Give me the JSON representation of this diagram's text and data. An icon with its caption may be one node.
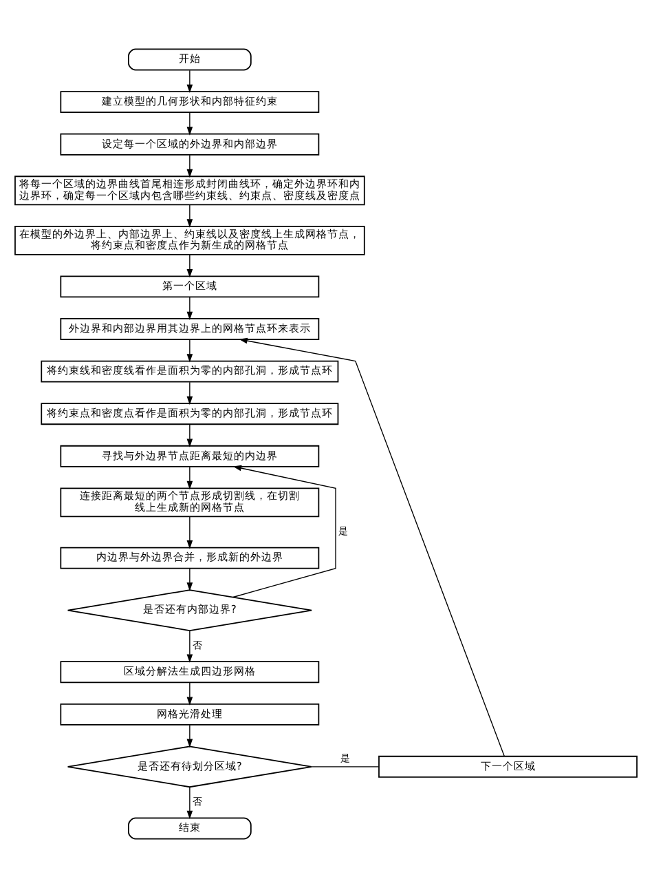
{
  "diagram": {
    "nodes": [
      {
        "text": [
          "开始"
        ]
      },
      {
        "text": [
          "建立模型的几何形状和内部特征约束"
        ]
      },
      {
        "text": [
          "设定每一个区域的外边界和内部边界"
        ]
      },
      {
        "text": [
          "将每一个区域的边界曲线首尾相连形成封闭曲线环，确定外边界环和内边界环，确定每一个区域内包含哪些约束线、约束点、密度线及密度点"
        ]
      },
      {
        "text": [
          "在模型的外边界上、内部边界上、约束线以及密度线上生成网格节点，将约束点和密度点作为新生成的网格节点"
        ]
      },
      {
        "text": [
          "第一个区域"
        ]
      },
      {
        "text": [
          "外边界和内部边界用其边界上的网格节点环来表示"
        ]
      },
      {
        "text": [
          "将约束线和密度线看作是面积为零的内部孔洞，形成节点环"
        ]
      },
      {
        "text": [
          "将约束点和密度点看作是面积为零的内部孔洞，形成节点环"
        ]
      },
      {
        "text": [
          "寻找与外边界节点距离最短的内边界"
        ]
      },
      {
        "text": [
          "连接距离最短的两个节点形成切割线，在切割线上生成新的网格节点"
        ]
      },
      {
        "text": [
          "内边界与外边界合并，形成新的外边界"
        ]
      },
      {
        "text": [
          "是否还有内部边界?"
        ]
      },
      {
        "text": [
          "区域分解法生成四边形网格"
        ]
      },
      {
        "text": [
          "网格光滑处理"
        ]
      },
      {
        "text": [
          "是否还有待划分区域?"
        ]
      },
      {
        "text": [
          "下一个区域"
        ]
      },
      {
        "text": [
          "结束"
        ]
      }
    ],
    "edges": [
      {
        "from": 0,
        "to": 1,
        "arrow": "to"
      },
      {
        "from": 1,
        "to": 2,
        "arrow": "to"
      },
      {
        "from": 2,
        "to": 3,
        "arrow": "to"
      },
      {
        "from": 3,
        "to": 4,
        "arrow": "to"
      },
      {
        "from": 4,
        "to": 5,
        "arrow": "to"
      },
      {
        "from": 5,
        "to": 6,
        "arrow": "to"
      },
      {
        "from": 6,
        "to": 7,
        "arrow": "to"
      },
      {
        "from": 7,
        "to": 8,
        "arrow": "to"
      },
      {
        "from": 8,
        "to": 9,
        "arrow": "to"
      },
      {
        "from": 9,
        "to": 10,
        "arrow": "to"
      },
      {
        "from": 10,
        "to": 11,
        "arrow": "to"
      },
      {
        "from": 11,
        "to": 12,
        "arrow": "to"
      },
      {
        "from": 12,
        "to": 9,
        "arrow": "to",
        "label": "是"
      },
      {
        "from": 12,
        "to": 13,
        "arrow": "to",
        "label": "否"
      },
      {
        "from": 13,
        "to": 14,
        "arrow": "to"
      },
      {
        "from": 14,
        "to": 15,
        "arrow": "to"
      },
      {
        "from": 15,
        "to": 16,
        "arrow": "none",
        "label": "是"
      },
      {
        "from": 16,
        "to": 6,
        "arrow": "to"
      },
      {
        "from": 15,
        "to": 17,
        "arrow": "to",
        "label": "否"
      }
    ]
  }
}
